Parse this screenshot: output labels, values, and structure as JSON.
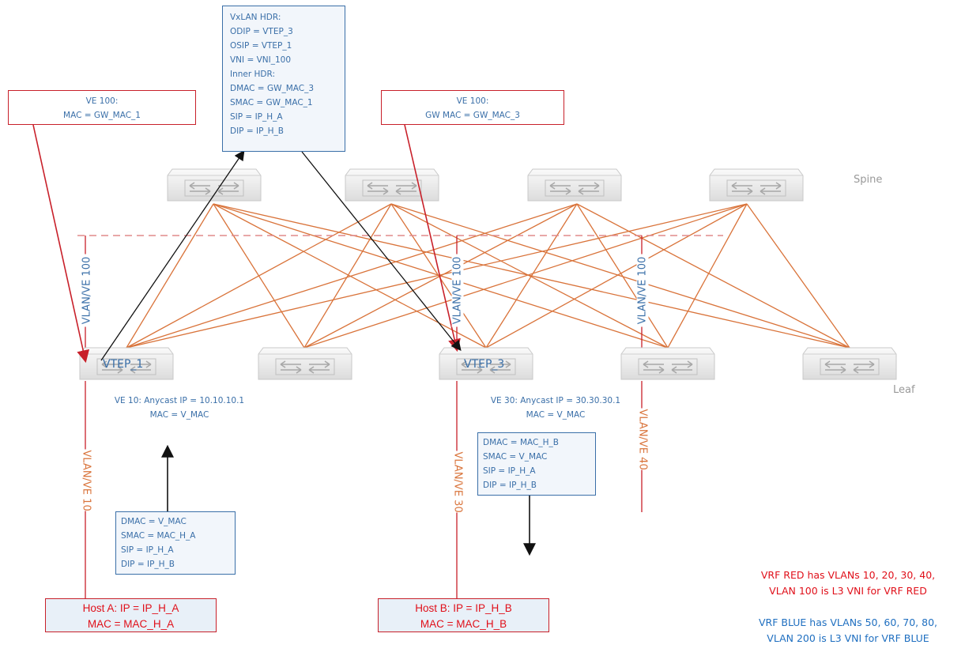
{
  "ve100_left": {
    "line1": "VE 100:",
    "line2": "MAC = GW_MAC_1"
  },
  "ve100_right": {
    "line1": "VE 100:",
    "line2": "GW MAC = GW_MAC_3"
  },
  "vxlan_hdr": {
    "lines": [
      "VxLAN HDR:",
      "ODIP = VTEP_3",
      "OSIP = VTEP_1",
      "VNI = VNI_100",
      "Inner HDR:",
      "DMAC = GW_MAC_3",
      "SMAC = GW_MAC_1",
      "SIP = IP_H_A",
      "DIP = IP_H_B"
    ]
  },
  "pkt_host_a": {
    "lines": [
      "DMAC = V_MAC",
      "SMAC = MAC_H_A",
      "SIP = IP_H_A",
      "DIP = IP_H_B"
    ]
  },
  "pkt_host_b": {
    "lines": [
      "DMAC = MAC_H_B",
      "SMAC = V_MAC",
      "SIP = IP_H_A",
      "DIP = IP_H_B"
    ]
  },
  "layers": {
    "spine": "Spine",
    "leaf": "Leaf"
  },
  "leaves": {
    "vtep1": "VTEP_1",
    "vtep3": "VTEP_3"
  },
  "ve10": {
    "line1": "VE 10: Anycast IP = 10.10.10.1",
    "line2": "MAC = V_MAC"
  },
  "ve30": {
    "line1": "VE 30: Anycast IP = 30.30.30.1",
    "line2": "MAC = V_MAC"
  },
  "vlan_labels": {
    "ve100_a": "VLAN/VE 100",
    "ve100_b": "VLAN/VE 100",
    "ve100_c": "VLAN/VE 100",
    "ve10": "VLAN/VE 10",
    "ve30": "VLAN/VE 30",
    "ve40": "VLAN/VE 40"
  },
  "host_a": {
    "ip": "Host A: IP = IP_H_A",
    "mac": "MAC = MAC_H_A"
  },
  "host_b": {
    "ip": "Host B: IP = IP_H_B",
    "mac": "MAC = MAC_H_B"
  },
  "notes": {
    "red_line1": "VRF RED has VLANs 10, 20, 30, 40,",
    "red_line2": "VLAN 100 is L3 VNI for VRF RED",
    "blue_line1": "VRF BLUE has VLANs 50, 60, 70, 80,",
    "blue_line2": "VLAN 200 is L3 VNI for VRF BLUE"
  },
  "colors": {
    "red": "#c8202a",
    "blue": "#3a6fa8",
    "orange": "#d9733a",
    "dark": "#111111"
  }
}
